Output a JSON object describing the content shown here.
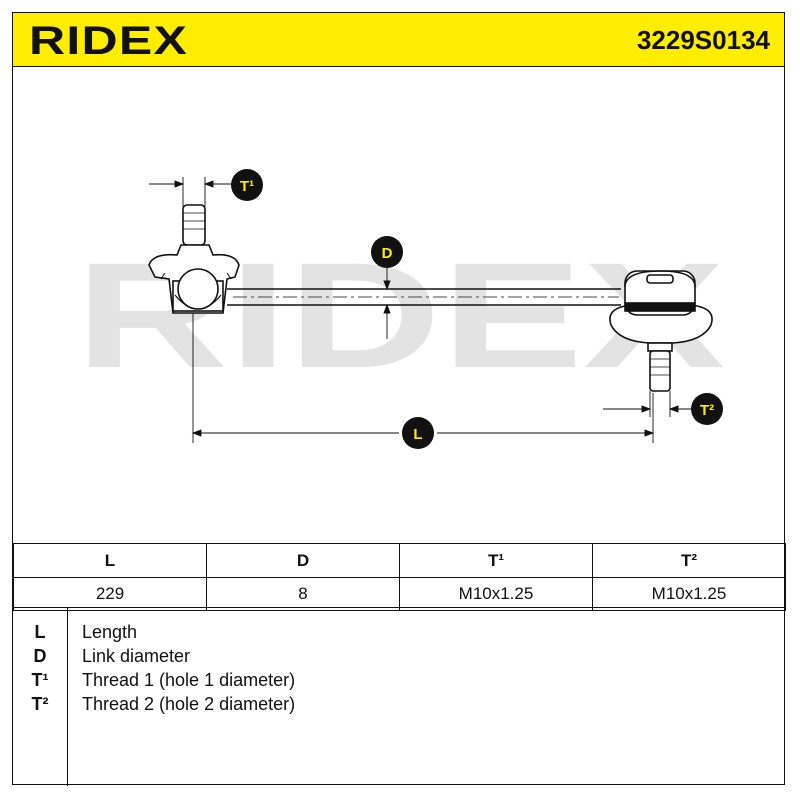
{
  "header": {
    "brand": "RIDEX",
    "part_number": "3229S0134"
  },
  "diagram": {
    "watermark": "RIDEX",
    "callouts": {
      "t1": "T¹",
      "d": "D",
      "l": "L",
      "t2": "T²"
    }
  },
  "specs": {
    "headers": [
      "L",
      "D",
      "T¹",
      "T²"
    ],
    "values": [
      "229",
      "8",
      "M10x1.25",
      "M10x1.25"
    ]
  },
  "legend": [
    {
      "symbol": "L",
      "text": "Length"
    },
    {
      "symbol": "D",
      "text": "Link diameter"
    },
    {
      "symbol": "T¹",
      "text": "Thread 1 (hole 1 diameter)"
    },
    {
      "symbol": "T²",
      "text": "Thread 2 (hole 2 diameter)"
    }
  ],
  "colors": {
    "accent": "#ffed00",
    "ink": "#111111",
    "watermark": "#e3e3e3"
  }
}
